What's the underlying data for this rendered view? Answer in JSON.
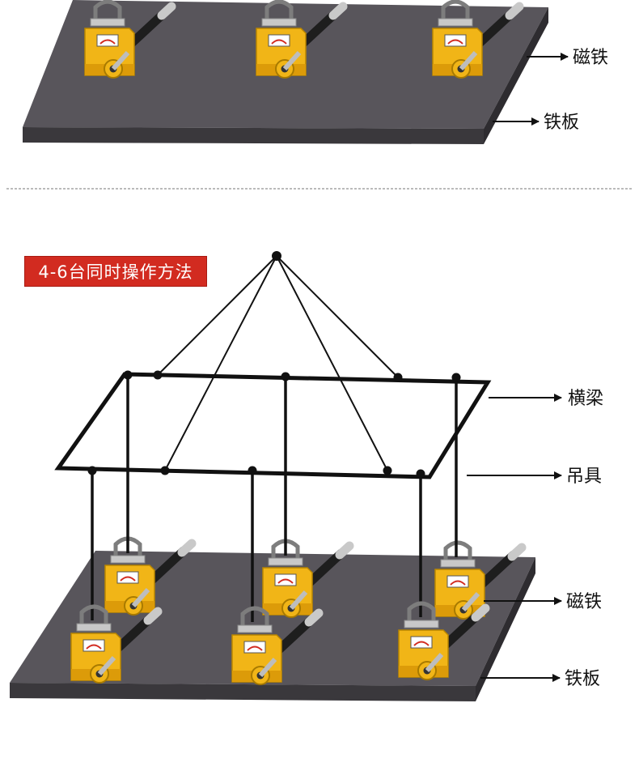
{
  "top_section": {
    "labels": {
      "magnet": "磁铁",
      "iron_plate": "铁板"
    }
  },
  "bottom_section": {
    "badge": "4-6台同时操作方法",
    "labels": {
      "beam": "横梁",
      "rigging": "吊具",
      "magnet": "磁铁",
      "iron_plate": "铁板"
    }
  },
  "colors": {
    "plate": "#58555b",
    "magnet_body": "#f1b517",
    "badge_bg": "#d22b20",
    "line": "#111111"
  },
  "icons": [
    "lifting-magnet-icon",
    "arrow-right-icon"
  ]
}
